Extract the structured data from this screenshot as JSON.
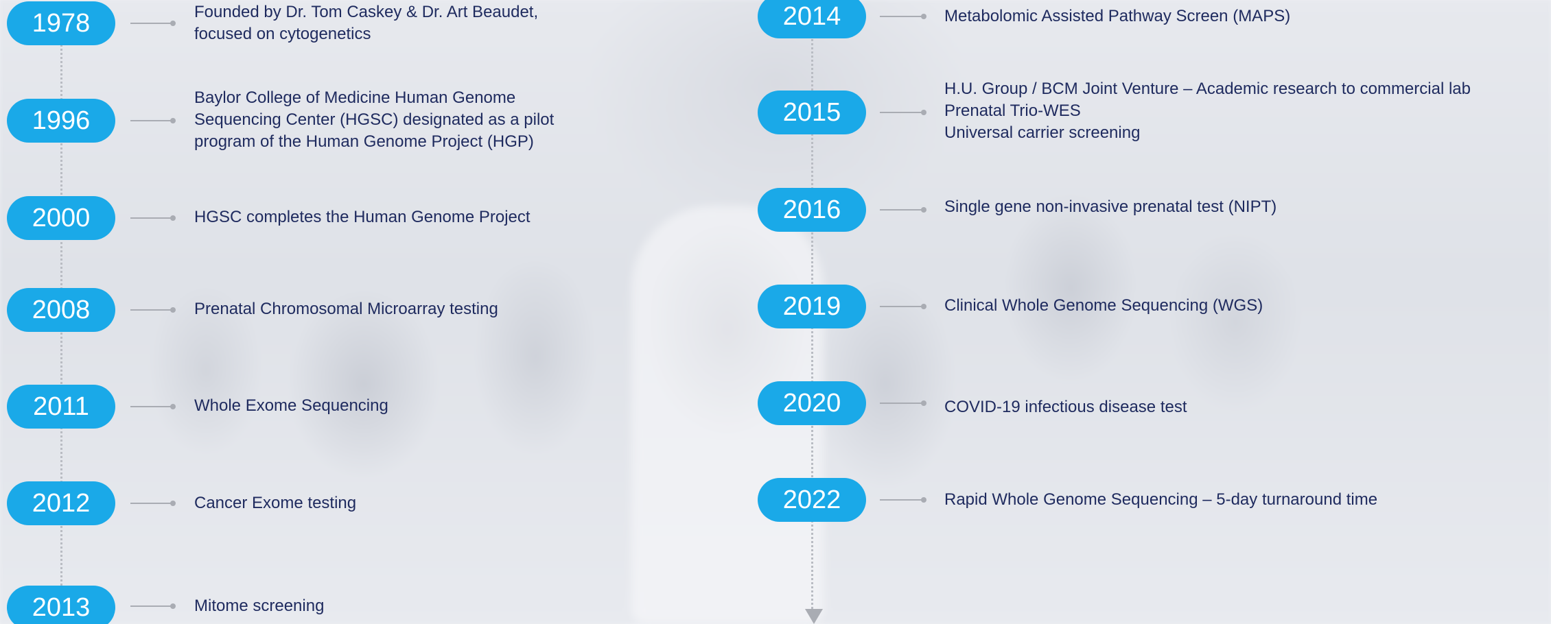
{
  "left_column": [
    {
      "year": "1978",
      "lines": [
        "Founded by Dr. Tom Caskey & Dr. Art Beaudet,",
        "focused on cytogenetics"
      ]
    },
    {
      "year": "1996",
      "lines": [
        "Baylor College of Medicine Human Genome",
        "Sequencing Center (HGSC) designated as a pilot",
        "program of the Human Genome Project (HGP)"
      ]
    },
    {
      "year": "2000",
      "lines": [
        "HGSC completes the Human Genome Project"
      ]
    },
    {
      "year": "2008",
      "lines": [
        "Prenatal Chromosomal Microarray testing"
      ]
    },
    {
      "year": "2011",
      "lines": [
        "Whole Exome Sequencing"
      ]
    },
    {
      "year": "2012",
      "lines": [
        "Cancer Exome testing"
      ]
    },
    {
      "year": "2013",
      "lines": [
        "Mitome screening"
      ]
    }
  ],
  "right_column": [
    {
      "year": "2014",
      "lines": [
        "Metabolomic Assisted Pathway Screen (MAPS)"
      ]
    },
    {
      "year": "2015",
      "lines": [
        "H.U. Group / BCM Joint Venture – Academic research to commercial  lab",
        "Prenatal Trio-WES",
        "Universal carrier screening"
      ]
    },
    {
      "year": "2016",
      "lines": [
        "Single gene non-invasive prenatal test (NIPT)"
      ]
    },
    {
      "year": "2019",
      "lines": [
        "Clinical Whole Genome Sequencing (WGS)"
      ]
    },
    {
      "year": "2020",
      "lines": [
        "COVID-19 infectious disease test"
      ]
    },
    {
      "year": "2022",
      "lines": [
        "Rapid Whole Genome Sequencing –  5-day turnaround time"
      ]
    }
  ],
  "colors": {
    "pill": "#1aa9e8",
    "text": "#1e2a5e",
    "connector": "#a9acb3"
  },
  "icons": {
    "timeline_end": "down-arrow-icon"
  }
}
